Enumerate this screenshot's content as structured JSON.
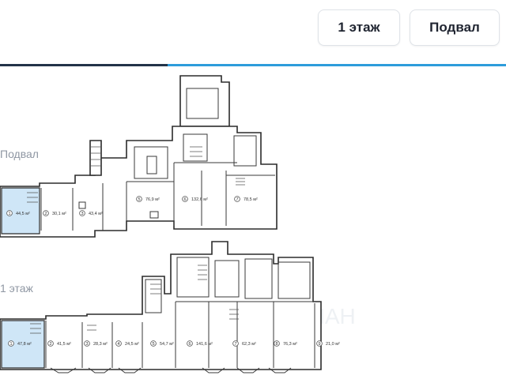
{
  "header": {
    "floor1_label": "1 этаж",
    "basement_label": "Подвал"
  },
  "levels": {
    "basement_label": "Подвал",
    "floor1_label": "1 этаж"
  },
  "basement_rooms": [
    {
      "num": "1",
      "area": "44,5 м²",
      "selected": true
    },
    {
      "num": "2",
      "area": "30,1 м²"
    },
    {
      "num": "3",
      "area": "43,4 м²"
    },
    {
      "num": "5",
      "area": "76,9 м²"
    },
    {
      "num": "6",
      "area": "132,6 м²"
    },
    {
      "num": "7",
      "area": "78,5 м²"
    }
  ],
  "floor1_rooms": [
    {
      "num": "1",
      "area": "47,8 м²",
      "selected": true
    },
    {
      "num": "2",
      "area": "41,5 м²"
    },
    {
      "num": "3",
      "area": "28,3 м²"
    },
    {
      "num": "4",
      "area": "24,5 м²"
    },
    {
      "num": "5",
      "area": "54,7 м²"
    },
    {
      "num": "6",
      "area": "141,6 м²"
    },
    {
      "num": "7",
      "area": "62,3 м²"
    },
    {
      "num": "8",
      "area": "76,3 м²"
    },
    {
      "num": "9",
      "area": "21,0 м²"
    }
  ],
  "colors": {
    "accent": "#2d9cdb",
    "selected_room": "#cfe6f7",
    "active_tab_line": "#233348"
  },
  "watermark": "ЦИАН"
}
